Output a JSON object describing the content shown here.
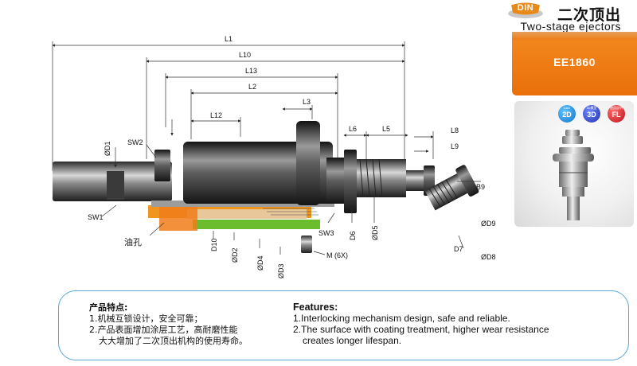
{
  "header": {
    "din": "DIN",
    "title_cn": "二次顶出",
    "title_en": "Two-stage ejectors"
  },
  "product_code": "EE1860",
  "thumbnail": {
    "badges": [
      {
        "label": "2D",
        "sub": "CAD",
        "color": "#1676c9"
      },
      {
        "label": "3D",
        "sub": "3D模型",
        "color": "#2332a8"
      },
      {
        "label": "FL",
        "sub": "使用说明",
        "color": "#b8111b"
      }
    ]
  },
  "drawing": {
    "dims_top": {
      "L1": "L1",
      "L10": "L10",
      "L13": "L13",
      "L2": "L2",
      "L3": "L3",
      "L12": "L12",
      "L6": "L6",
      "L5": "L5",
      "L8": "L8",
      "L9": "L9"
    },
    "labels": {
      "D1": "ØD1",
      "SW2": "SW2",
      "SW1": "SW1",
      "oil_hole": "油孔",
      "D10": "D10",
      "D2": "ØD2",
      "D4": "ØD4",
      "D3": "ØD3",
      "SW3": "SW3",
      "D6": "D6",
      "D5": "ØD5",
      "M": "M (6X)",
      "B9": "B9",
      "D9": "ØD9",
      "D7": "D7",
      "D8": "ØD8"
    }
  },
  "features": {
    "cn_title": "产品特点:",
    "cn_1": "1.机械互锁设计，安全可靠；",
    "cn_2": "2.产品表面增加涂层工艺，高耐磨性能",
    "cn_2b": "大大增加了二次顶出机构的使用寿命。",
    "en_title": "Features:",
    "en_1": "1.Interlocking mechanism design, safe and reliable.",
    "en_2": "2.The surface with coating treatment, higher wear resistance",
    "en_2b": "creates longer lifespan."
  }
}
